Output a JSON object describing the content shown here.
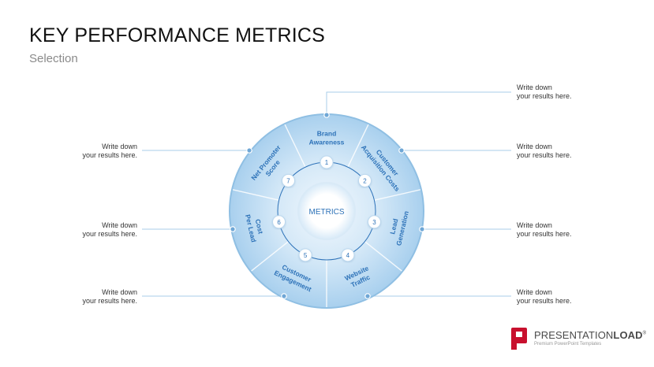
{
  "header": {
    "title": "KEY PERFORMANCE METRICS",
    "subtitle": "Selection"
  },
  "diagram": {
    "center_label": "METRICS",
    "colors": {
      "outer_light": "#e6f1fa",
      "outer_dark": "#a8d0ee",
      "rim": "#8fbfe3",
      "text": "#2d72b8",
      "line": "#a9cde9",
      "dot": "#6fa7d6"
    },
    "segments": [
      {
        "number": "1",
        "lines": [
          "Brand",
          "Awareness"
        ]
      },
      {
        "number": "2",
        "lines": [
          "Customer",
          "Acquisition Costs"
        ]
      },
      {
        "number": "3",
        "lines": [
          "Lead",
          "Generation"
        ]
      },
      {
        "number": "4",
        "lines": [
          "Website",
          "Traffic"
        ]
      },
      {
        "number": "5",
        "lines": [
          "Customer",
          "Engagement"
        ]
      },
      {
        "number": "6",
        "lines": [
          "Cost",
          "Per Lead"
        ]
      },
      {
        "number": "7",
        "lines": [
          "Net Promoter",
          "Score"
        ]
      }
    ]
  },
  "results": {
    "line1": "Write down",
    "line2": "your results here.",
    "right": [
      {
        "line1": "Write down",
        "line2": "your results here."
      },
      {
        "line1": "Write down",
        "line2": "your results here."
      },
      {
        "line1": "Write down",
        "line2": "your results here."
      },
      {
        "line1": "Write down",
        "line2": "your results here."
      }
    ],
    "left": [
      {
        "line1": "Write down",
        "line2": "your results here."
      },
      {
        "line1": "Write down",
        "line2": "your results here."
      },
      {
        "line1": "Write down",
        "line2": "your results here."
      }
    ]
  },
  "logo": {
    "brand_light": "PRESENTATION",
    "brand_bold": "LOAD",
    "registered": "®",
    "tagline": "Premium PowerPoint Templates",
    "color": "#c8102e"
  }
}
